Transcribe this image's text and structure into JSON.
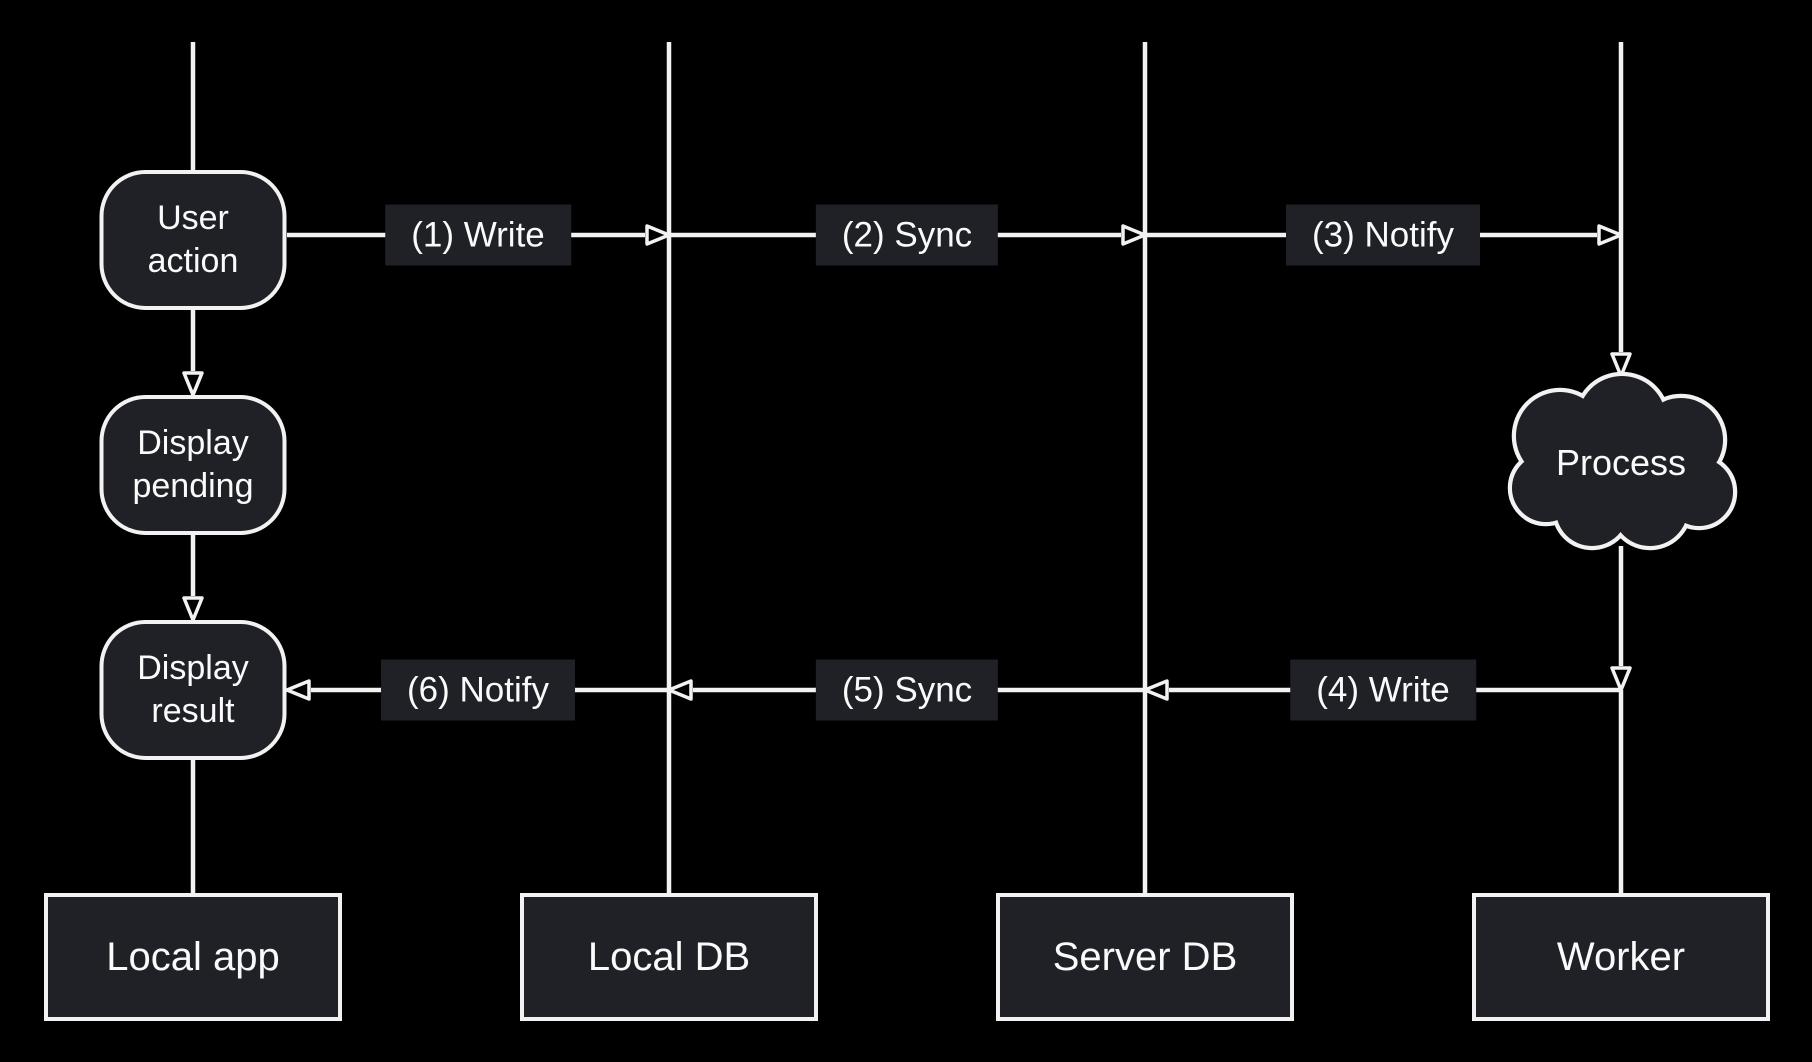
{
  "colors": {
    "background": "#000000",
    "node_fill": "#1f2126",
    "stroke": "#f2f2f3",
    "text": "#fafafa"
  },
  "nodes": {
    "user_action": "User\naction",
    "display_pending": "Display\npending",
    "display_result": "Display\nresult",
    "process_cloud": "Process"
  },
  "edges": [
    {
      "label": "(1) Write",
      "from": "user-action",
      "to": "local-db",
      "direction": "right"
    },
    {
      "label": "(2) Sync",
      "from": "local-db",
      "to": "server-db",
      "direction": "right"
    },
    {
      "label": "(3) Notify",
      "from": "server-db",
      "to": "worker",
      "direction": "right"
    },
    {
      "label": "(4) Write",
      "from": "worker",
      "to": "server-db",
      "direction": "left"
    },
    {
      "label": "(5) Sync",
      "from": "server-db",
      "to": "local-db",
      "direction": "left"
    },
    {
      "label": "(6) Notify",
      "from": "local-db",
      "to": "display-result",
      "direction": "left"
    }
  ],
  "vertical_flow": [
    {
      "from": "user-action",
      "to": "display-pending"
    },
    {
      "from": "display-pending",
      "to": "display-result"
    },
    {
      "from": "worker-lifeline",
      "to": "process-cloud"
    },
    {
      "from": "process-cloud",
      "to": "worker-lifeline"
    }
  ],
  "lanes": [
    {
      "label": "Local app"
    },
    {
      "label": "Local DB"
    },
    {
      "label": "Server DB"
    },
    {
      "label": "Worker"
    }
  ]
}
